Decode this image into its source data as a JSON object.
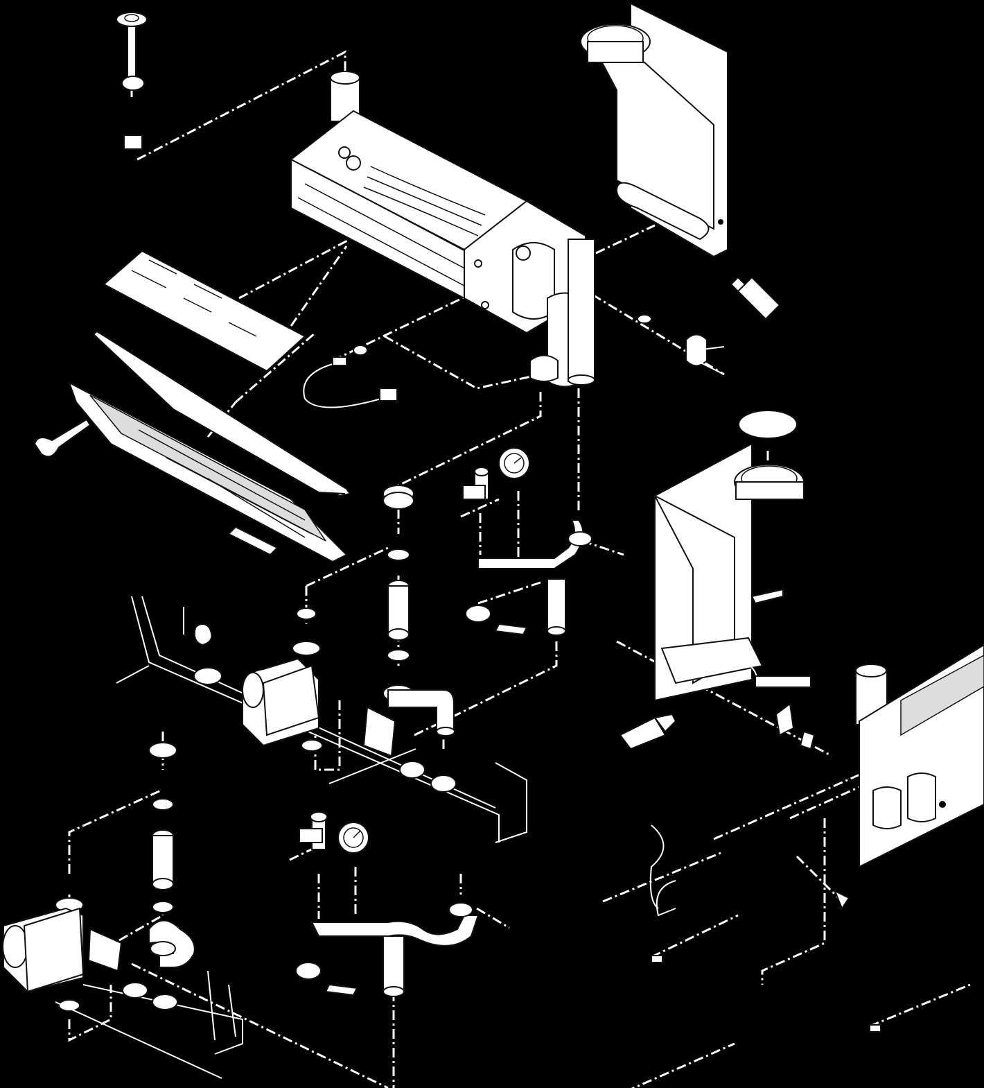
{
  "page": {
    "background": "#000000",
    "ink": "#ffffff"
  },
  "diagram": {
    "type": "exploded-parts-drawing",
    "parts": [
      {
        "id": "air-vent-cap",
        "icon": "hex-nut-icon"
      },
      {
        "id": "heat-exchanger",
        "icon": "heat-exchanger-icon"
      },
      {
        "id": "flue-hood",
        "icon": "flue-hood-icon"
      },
      {
        "id": "combustion-chamber-insulation",
        "icon": "panel-icon"
      },
      {
        "id": "burner",
        "icon": "burner-icon"
      },
      {
        "id": "sealant-tube-top",
        "icon": "tube-icon"
      },
      {
        "id": "temperature-sensor",
        "icon": "sensor-icon"
      },
      {
        "id": "pressure-gauge-upper",
        "icon": "gauge-icon"
      },
      {
        "id": "pressure-relief-valve-upper",
        "icon": "valve-icon"
      },
      {
        "id": "circulating-pump-upper",
        "icon": "pump-icon"
      },
      {
        "id": "flow-pipe-upper",
        "icon": "pipe-icon"
      },
      {
        "id": "secondary-flue-hood",
        "icon": "flue-hood-icon"
      },
      {
        "id": "flue-seal-disc",
        "icon": "disc-icon"
      },
      {
        "id": "sealant-tube-right",
        "icon": "tube-icon"
      },
      {
        "id": "heat-exchanger-right",
        "icon": "heat-exchanger-icon"
      },
      {
        "id": "circulating-pump-lower",
        "icon": "pump-icon"
      },
      {
        "id": "pressure-gauge-lower",
        "icon": "gauge-icon"
      },
      {
        "id": "pressure-relief-valve-lower",
        "icon": "valve-icon"
      }
    ]
  }
}
